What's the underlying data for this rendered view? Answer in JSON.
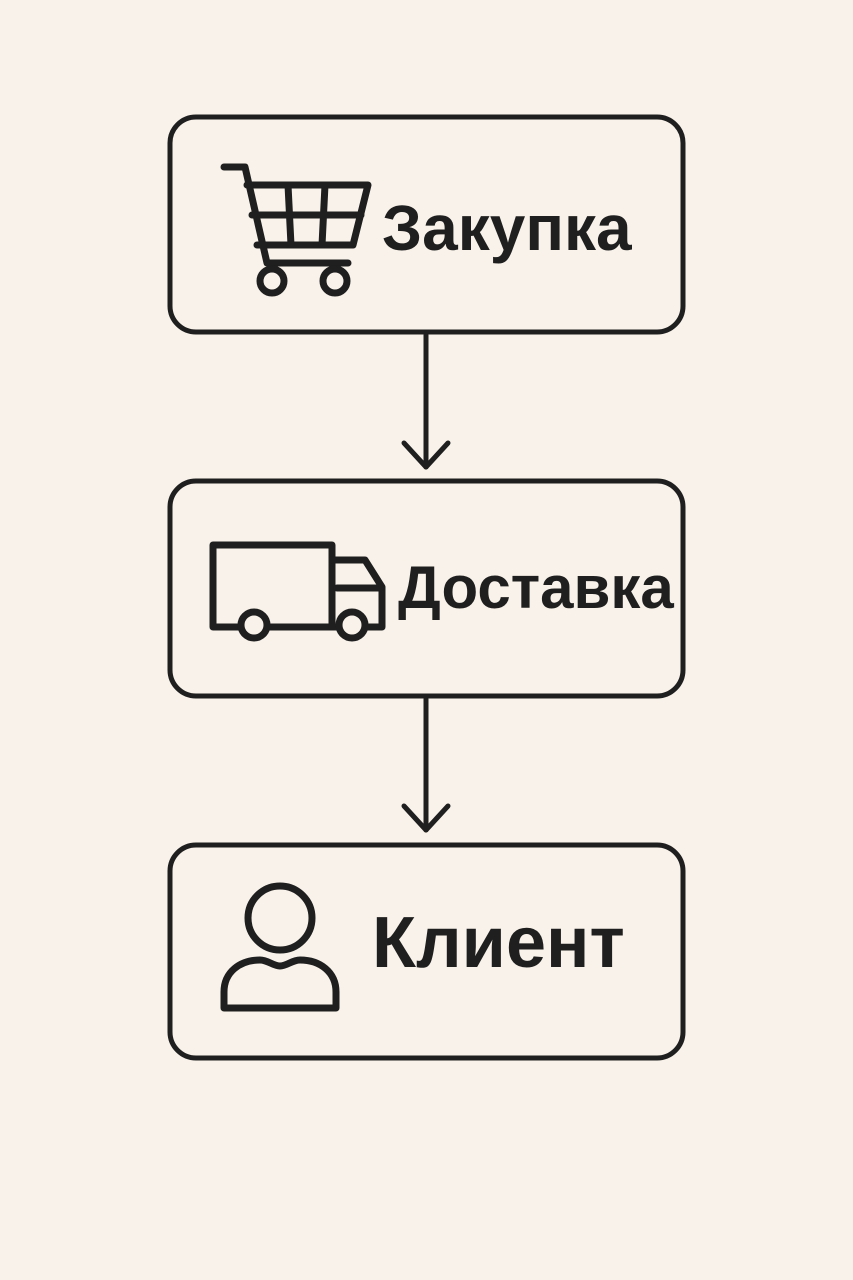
{
  "diagram": {
    "nodes": [
      {
        "id": "purchase",
        "label": "Закупка",
        "icon": "shopping-cart-icon"
      },
      {
        "id": "delivery",
        "label": "Доставка",
        "icon": "delivery-truck-icon"
      },
      {
        "id": "client",
        "label": "Клиент",
        "icon": "user-icon"
      }
    ],
    "edges": [
      {
        "from": "purchase",
        "to": "delivery"
      },
      {
        "from": "delivery",
        "to": "client"
      }
    ]
  },
  "colors": {
    "background": "#f9f2ea",
    "stroke": "#1f1f1f"
  }
}
